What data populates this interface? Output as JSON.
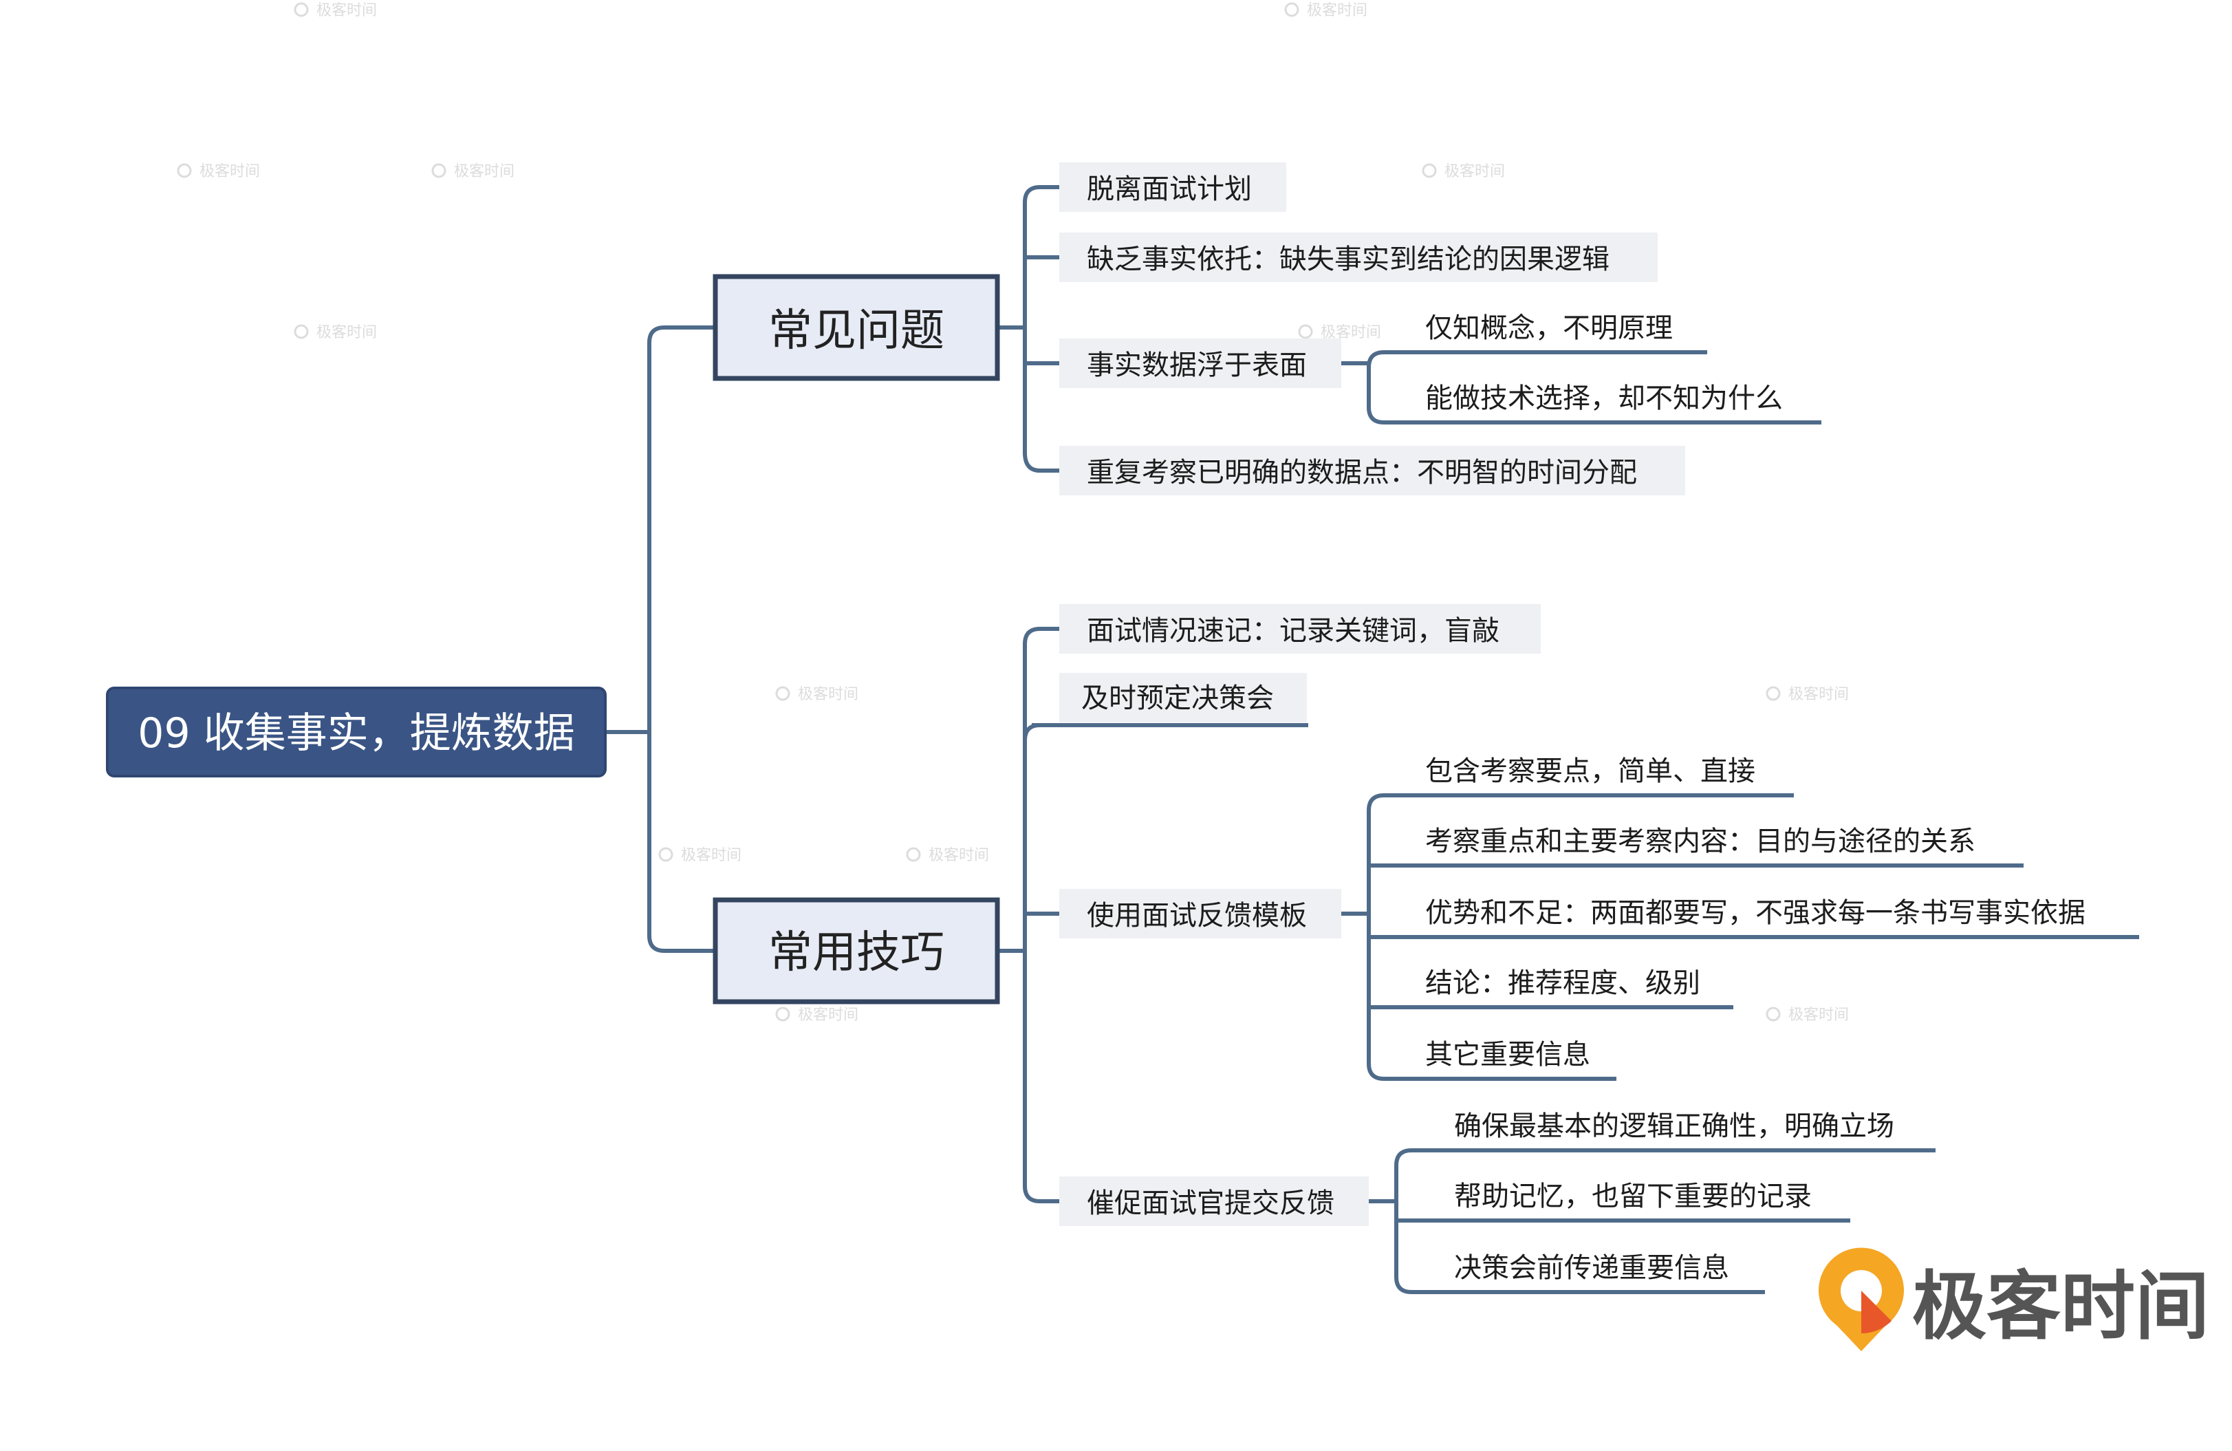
{
  "root": {
    "text": "09 收集事实，提炼数据"
  },
  "branches": [
    {
      "text": "常见问题",
      "topics": [
        {
          "text": "脱离面试计划",
          "children": []
        },
        {
          "text": "缺乏事实依托：缺失事实到结论的因果逻辑",
          "children": []
        },
        {
          "text": "事实数据浮于表面",
          "children": [
            "仅知概念，不明原理",
            "能做技术选择，却不知为什么"
          ]
        },
        {
          "text": "重复考察已明确的数据点：不明智的时间分配",
          "children": []
        }
      ]
    },
    {
      "text": "常用技巧",
      "topics": [
        {
          "text": "面试情况速记：记录关键词，盲敲",
          "children": []
        },
        {
          "text": "及时预定决策会",
          "children": []
        },
        {
          "text": "使用面试反馈模板",
          "children": [
            "包含考察要点，简单、直接",
            "考察重点和主要考察内容：目的与途径的关系",
            "优势和不足：两面都要写，不强求每一条书写事实依据",
            "结论：推荐程度、级别",
            "其它重要信息"
          ]
        },
        {
          "text": "催促面试官提交反馈",
          "children": [
            "确保最基本的逻辑正确性，明确立场",
            "帮助记忆，也留下重要的记录",
            "决策会前传递重要信息"
          ]
        }
      ]
    }
  ],
  "watermark": "极客时间",
  "logo": {
    "text": "极客时间",
    "icon": "geektime-logo-icon",
    "colors": [
      "#f5a623",
      "#e8572a"
    ]
  },
  "colors": {
    "root_fill": "#3a5585",
    "branch_fill": "#e7ebf5",
    "line": "#4f6b8a",
    "topic_fill": "#eef0f3"
  }
}
